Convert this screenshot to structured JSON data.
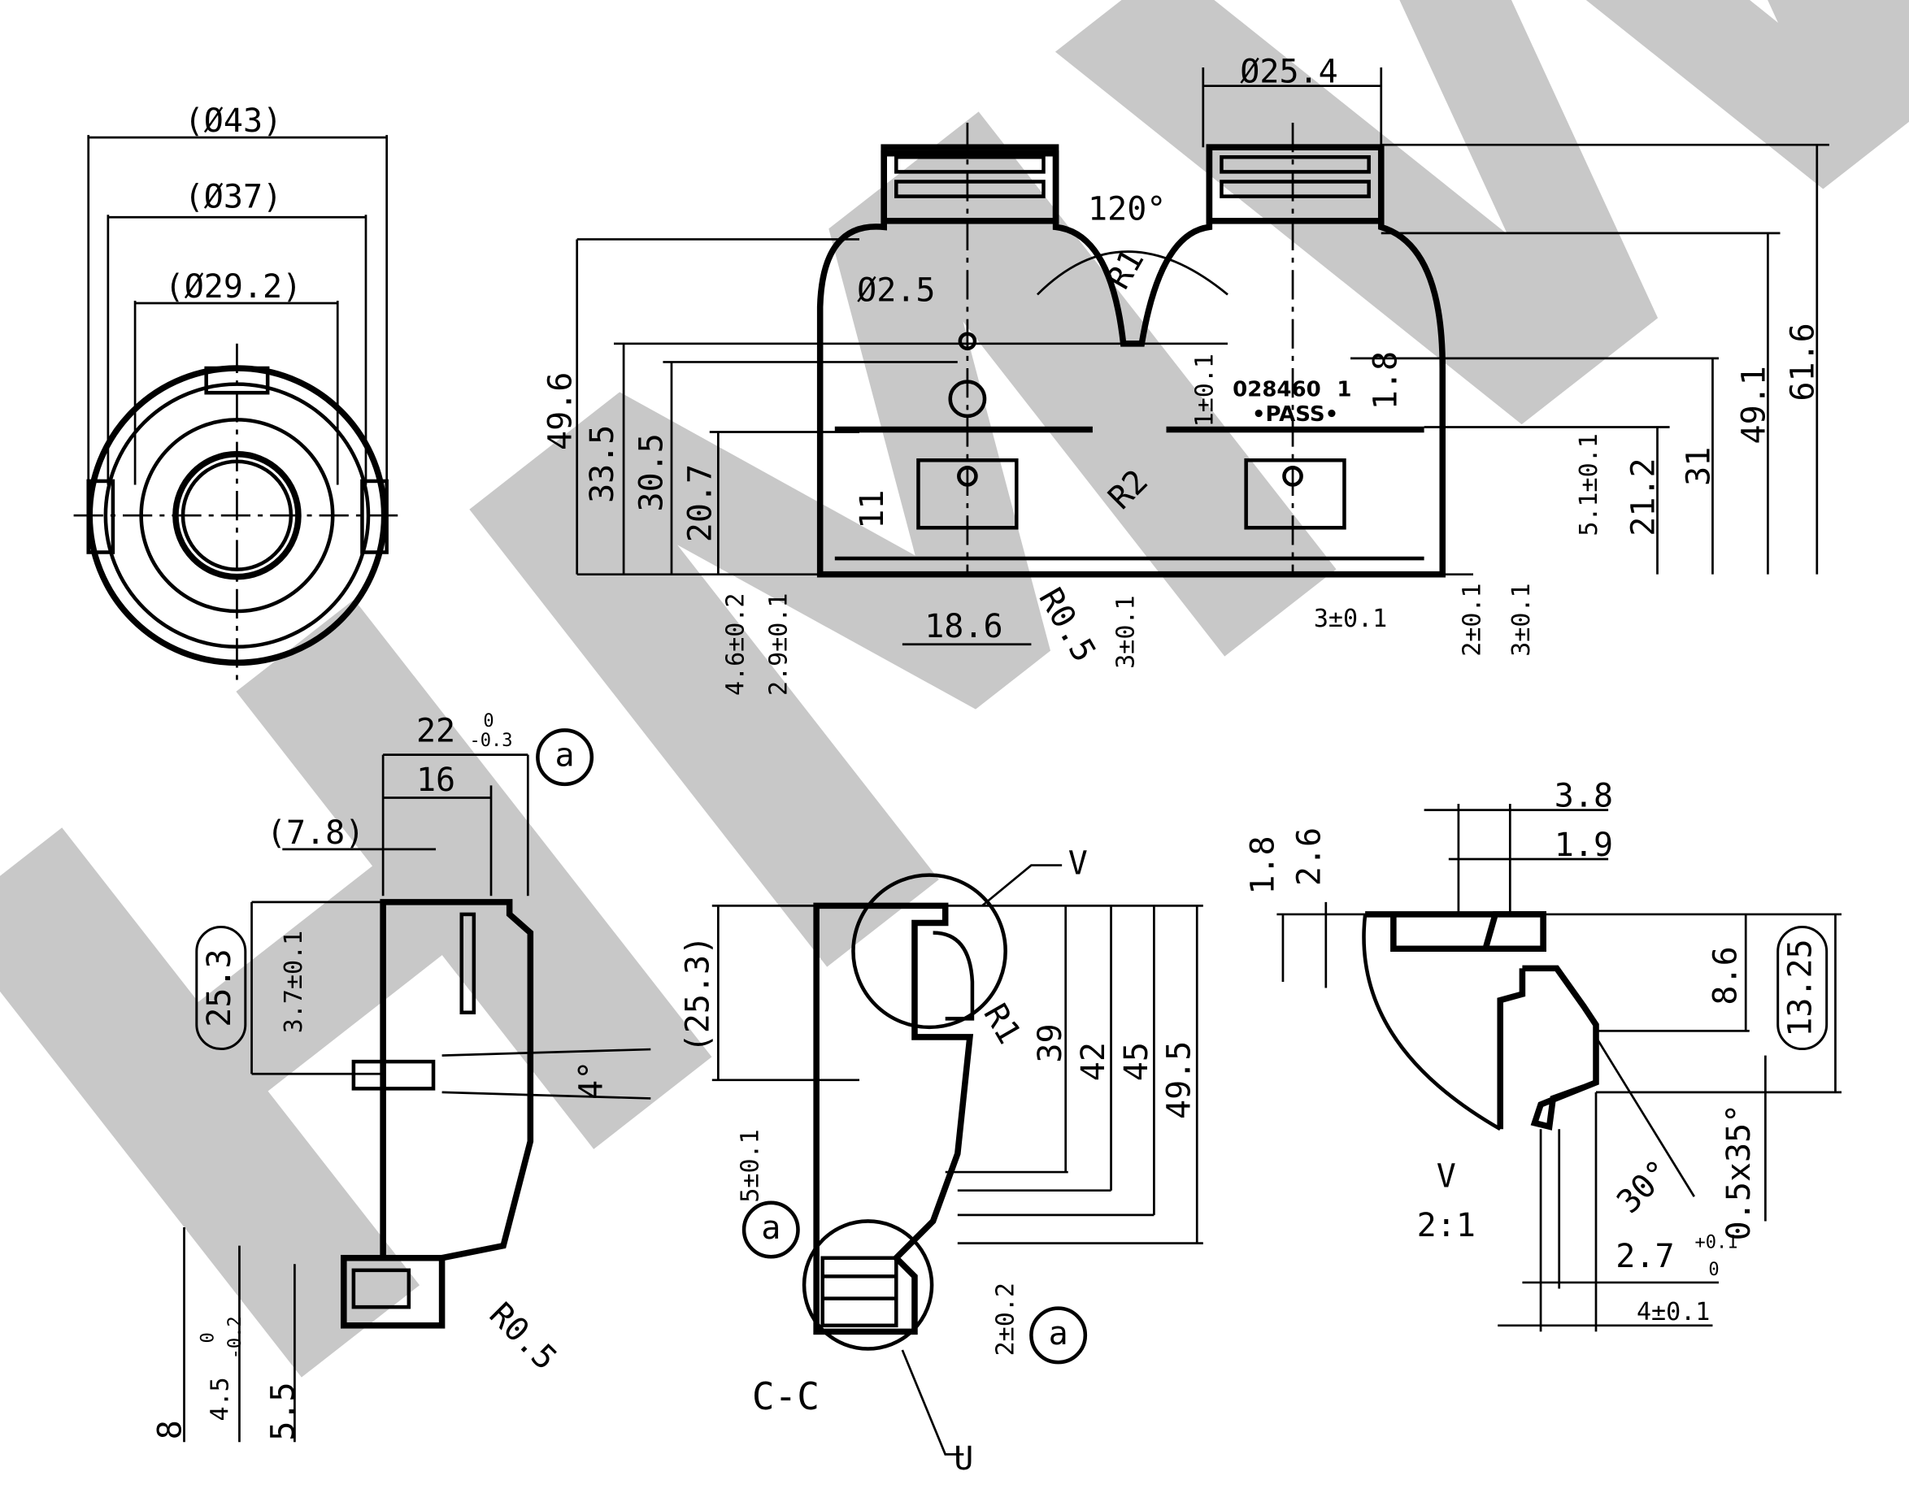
{
  "watermark": "HMWS",
  "colors": {
    "line": "#000000",
    "watermark": "#c8c8c8",
    "background": "#ffffff"
  },
  "front_view": {
    "dims": [
      "(Ø43)",
      "(Ø37)",
      "(Ø29.2)"
    ]
  },
  "main_view": {
    "dims": [
      "Ø25.4",
      "120°",
      "Ø2.5",
      "R1",
      "49.6",
      "33.5",
      "30.5",
      "20.7",
      "11",
      "4.6±0.2",
      "2.9±0.1",
      "18.6",
      "R0.5",
      "3±0.1",
      "R2",
      "1±0.1",
      "1.8",
      "5.1±0.1",
      "21.2",
      "31",
      "49.1",
      "61.6",
      "3±0.1",
      "2±0.1",
      "3±0.1"
    ],
    "marking": {
      "part_no": "028460",
      "index": "1",
      "pass": "•PASS•"
    }
  },
  "side_view": {
    "dims": [
      "22",
      "0",
      "-0.3",
      "16",
      "(7.8)",
      "25.3",
      "3.7±0.1",
      "4°",
      "8",
      "4.5",
      "0",
      "-0.2",
      "5.5",
      "R0.5"
    ],
    "datum": "a"
  },
  "section_cc": {
    "dims": [
      "V",
      "(25.3)",
      "R1",
      "39",
      "42",
      "45",
      "49.5",
      "5±0.1",
      "2±0.2",
      "U"
    ],
    "datum_labels": [
      "a",
      "a"
    ],
    "title": "C-C"
  },
  "detail_v": {
    "dims": [
      "3.8",
      "1.9",
      "1.8",
      "2.6",
      "8.6",
      "13.25",
      "30°",
      "0.5x35°",
      "2.7",
      "+0.1",
      "0",
      "4±0.1"
    ],
    "title": "V",
    "scale": "2:1"
  }
}
